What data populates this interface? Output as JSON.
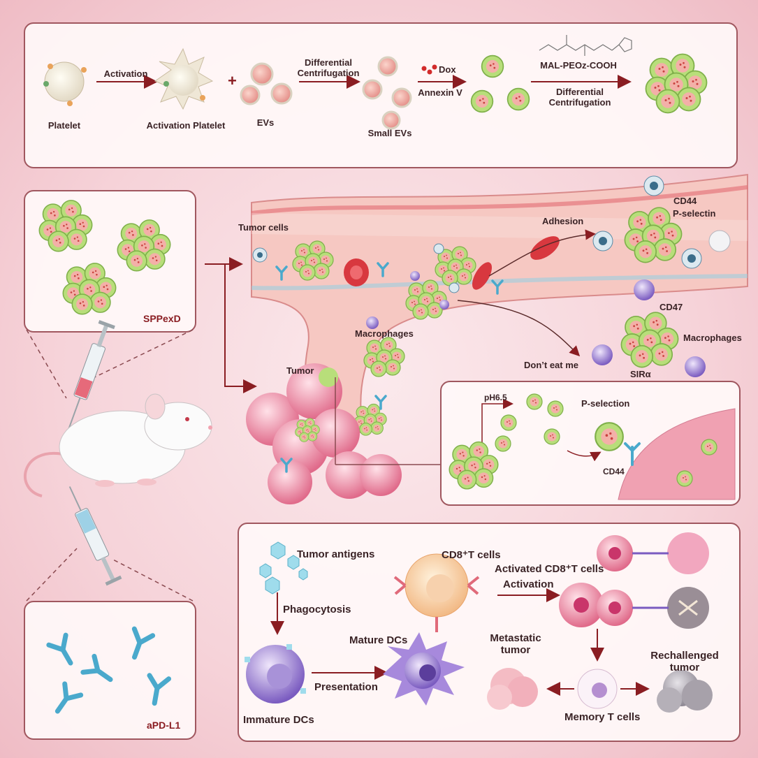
{
  "synthesis": {
    "platelet": "Platelet",
    "activation_arrow": "Activation",
    "activation_platelet": "Activation Platelet",
    "plus": "+",
    "evs": "EVs",
    "centrifugation_1": "Differential\nCentrifugation",
    "small_evs": "Small EVs",
    "dox": "Dox",
    "annexin": "Annexin V",
    "mal_peoz": "MAL-PEOz-COOH",
    "centrifugation_2": "Differential\nCentrifugation"
  },
  "sppexd_label": "SPPexD",
  "apdl1_label": "aPD-L1",
  "vessel": {
    "tumor_cells": "Tumor cells",
    "macrophages": "Macrophages",
    "tumor": "Tumor",
    "adhesion": "Adhesion",
    "dont_eat_me": "Don’t eat me",
    "cd44": "CD44",
    "p_selectin": "P-selectin",
    "cd47": "CD47",
    "macrophages_right": "Macrophages",
    "sira": "SIRα"
  },
  "inset": {
    "ph": "pH6.5",
    "p_selection": "P-selection",
    "cd44": "CD44"
  },
  "immune": {
    "tumor_antigens": "Tumor antigens",
    "phagocytosis": "Phagocytosis",
    "immature_dcs": "Immature DCs",
    "presentation": "Presentation",
    "mature_dcs": "Mature DCs",
    "cd8_t_cells": "CD8⁺T cells",
    "activated_cd8": "Activated CD8⁺T cells",
    "activation": "Activation",
    "metastatic_tumor": "Metastatic\ntumor",
    "rechallenged_tumor": "Rechallenged\ntumor",
    "memory_t_cells": "Memory T cells"
  },
  "colors": {
    "panel_border": "#a0575f",
    "arrow": "#8a1d22",
    "vesicle_green": "#a7d36b",
    "vesicle_core": "#f1a9a6",
    "antibody_blue": "#5bb7d6",
    "macrophage_purple": "#8a6fc4",
    "tumor_pink": "#e99aa8"
  }
}
